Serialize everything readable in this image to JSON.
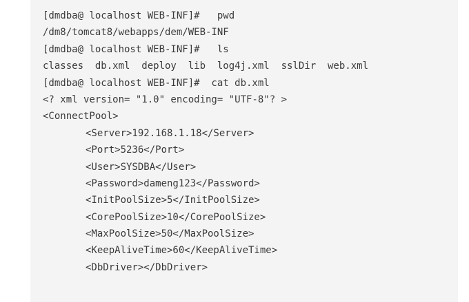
{
  "terminal": {
    "lines": [
      "[dmdba@ localhost WEB-INF]#   pwd",
      "/dm8/tomcat8/webapps/dem/WEB-INF",
      "[dmdba@ localhost WEB-INF]#   ls",
      "classes  db.xml  deploy  lib  log4j.xml  sslDir  web.xml",
      "[dmdba@ localhost WEB-INF]#  cat db.xml",
      "<? xml version= \"1.0\" encoding= \"UTF-8\"? >",
      "<ConnectPool>",
      "<Server>192.168.1.18</Server>",
      "<Port>5236</Port>",
      "<User>SYSDBA</User>",
      "<Password>dameng123</Password>",
      "<InitPoolSize>5</InitPoolSize>",
      "<CorePoolSize>10</CorePoolSize>",
      "<MaxPoolSize>50</MaxPoolSize>",
      "<KeepAliveTime>60</KeepAliveTime>",
      "<DbDriver></DbDriver>"
    ]
  }
}
